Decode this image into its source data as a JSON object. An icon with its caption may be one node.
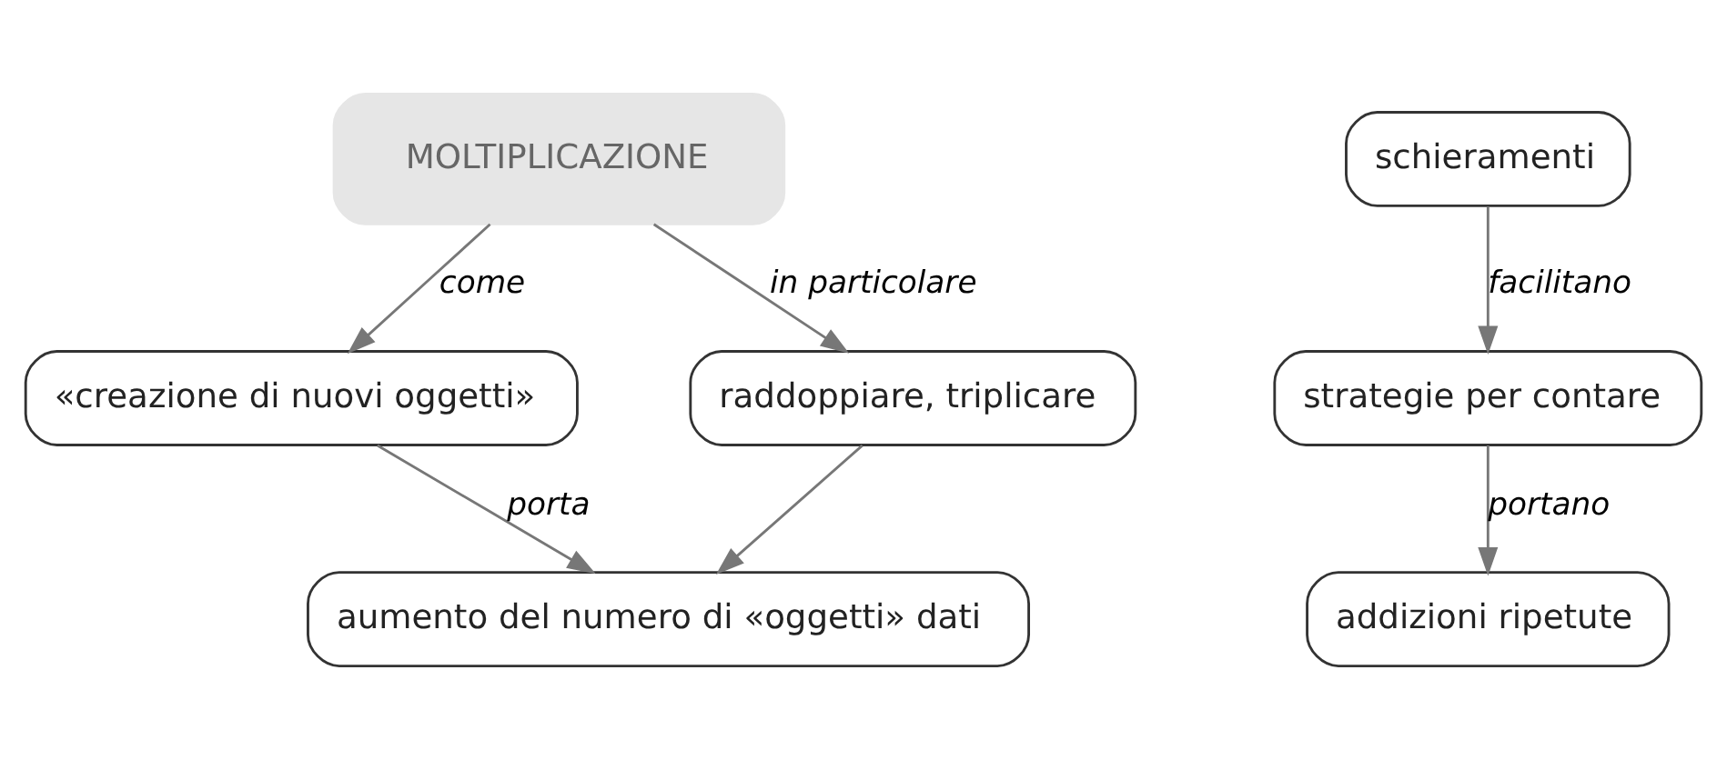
{
  "diagram": {
    "nodes": [
      {
        "text": [
          "MOLTIPLICAZIONE"
        ]
      },
      {
        "text": [
          "«creazione di nuovi oggetti»"
        ]
      },
      {
        "text": [
          "raddoppiare, triplicare"
        ]
      },
      {
        "text": [
          "aumento del numero di «oggetti» dati"
        ]
      },
      {
        "text": [
          "schieramenti"
        ]
      },
      {
        "text": [
          "strategie per contare"
        ]
      },
      {
        "text": [
          "addizioni ripetute"
        ]
      }
    ],
    "edges": [
      {
        "from": 0,
        "to": 1,
        "arrow": "to",
        "label": "come"
      },
      {
        "from": 0,
        "to": 2,
        "arrow": "to",
        "label": "in particolare"
      },
      {
        "from": 1,
        "to": 3,
        "arrow": "to",
        "label": "porta"
      },
      {
        "from": 2,
        "to": 3,
        "arrow": "to"
      },
      {
        "from": 4,
        "to": 5,
        "arrow": "to",
        "label": "facilitano"
      },
      {
        "from": 5,
        "to": 6,
        "arrow": "to",
        "label": "portano"
      }
    ]
  }
}
